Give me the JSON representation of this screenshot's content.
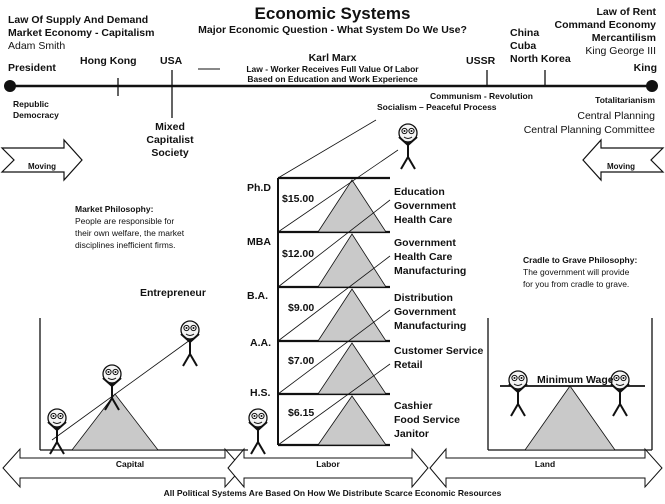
{
  "title": "Economic Systems",
  "question": "Major Economic Question - What System Do We Use?",
  "top_left": {
    "line1": "Law Of Supply And Demand",
    "line2": "Market Economy - Capitalism",
    "line3": "Adam Smith"
  },
  "top_right": {
    "line1": "Law of Rent",
    "line2": "Command Economy",
    "line3": "Mercantilism",
    "line4": "King George III"
  },
  "spectrum": {
    "left_end": "President",
    "right_end": "King",
    "hong_kong": "Hong Kong",
    "usa": "USA",
    "marx_name": "Karl Marx",
    "marx_law": "Law - Worker Receives Full Value Of Labor",
    "marx_basis": "Based on Education and Work Experience",
    "ussr": "USSR",
    "china": "China",
    "cuba": "Cuba",
    "north_korea": "North Korea",
    "republic_line1": "Republic",
    "republic_line2": "Democracy",
    "mixed_line1": "Mixed",
    "mixed_line2": "Capitalist",
    "mixed_line3": "Society",
    "communism": "Communism - Revolution",
    "socialism": "Socialism – Peaceful Process",
    "totalitarianism": "Totalitarianism",
    "central_planning": "Central Planning",
    "central_planning_committee": "Central Planning Committee"
  },
  "arrows": {
    "moving_left": "Moving",
    "moving_right": "Moving"
  },
  "market_philosophy": {
    "heading": "Market Philosophy:",
    "line1": "People are responsible for",
    "line2": "their own welfare, the market",
    "line3": "disciplines inefficient firms."
  },
  "cradle_philosophy": {
    "heading": "Cradle to Grave Philosophy:",
    "line1": "The government will provide",
    "line2": "for you from cradle to grave."
  },
  "entrepreneur": "Entrepreneur",
  "minimum_wage": "Minimum Wage",
  "ladder": [
    {
      "level": "Ph.D",
      "wage": "$15.00",
      "jobs": [
        "Education",
        "Government",
        "Health Care"
      ]
    },
    {
      "level": "MBA",
      "wage": "$12.00",
      "jobs": [
        "Government",
        "Health Care",
        "Manufacturing"
      ]
    },
    {
      "level": "B.A.",
      "wage": "$9.00",
      "jobs": [
        "Distribution",
        "Government",
        "Manufacturing"
      ]
    },
    {
      "level": "A.A.",
      "wage": "$7.00",
      "jobs": [
        "Customer Service",
        "Retail"
      ]
    },
    {
      "level": "H.S.",
      "wage": "$6.15",
      "jobs": [
        "Cashier",
        "Food Service",
        "Janitor"
      ]
    }
  ],
  "factors": {
    "capital": "Capital",
    "labor": "Labor",
    "land": "Land"
  },
  "footer": "All Political Systems Are Based On How We Distribute Scarce Economic Resources"
}
